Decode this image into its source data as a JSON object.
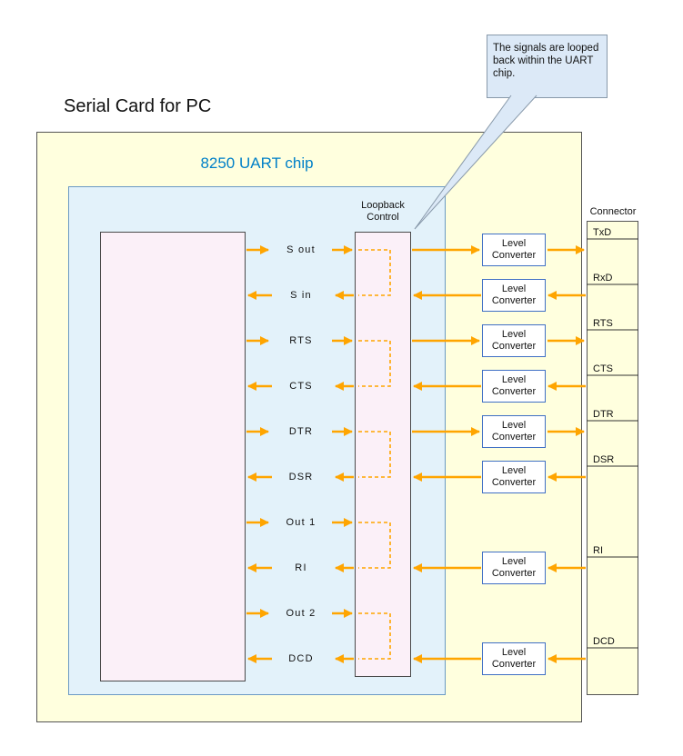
{
  "title": "Serial Card for PC",
  "uart": {
    "label": "8250 UART chip"
  },
  "loopback": {
    "label": "Loopback Control"
  },
  "connector": {
    "label": "Connector"
  },
  "level_converter_label": "Level Converter",
  "callout": {
    "text": "The signals are looped back within the UART chip."
  },
  "signals": [
    {
      "label": "S out",
      "direction": "out",
      "level_converter": true,
      "connector_label": "TxD"
    },
    {
      "label": "S in",
      "direction": "in",
      "level_converter": true,
      "connector_label": "RxD"
    },
    {
      "label": "RTS",
      "direction": "out",
      "level_converter": true,
      "connector_label": "RTS"
    },
    {
      "label": "CTS",
      "direction": "in",
      "level_converter": true,
      "connector_label": "CTS"
    },
    {
      "label": "DTR",
      "direction": "out",
      "level_converter": true,
      "connector_label": "DTR"
    },
    {
      "label": "DSR",
      "direction": "in",
      "level_converter": true,
      "connector_label": "DSR"
    },
    {
      "label": "Out 1",
      "direction": "out",
      "level_converter": false,
      "connector_label": ""
    },
    {
      "label": "RI",
      "direction": "in",
      "level_converter": true,
      "connector_label": "RI"
    },
    {
      "label": "Out 2",
      "direction": "out",
      "level_converter": false,
      "connector_label": ""
    },
    {
      "label": "DCD",
      "direction": "in",
      "level_converter": true,
      "connector_label": "DCD"
    }
  ],
  "colors": {
    "arrow": "#FFA500",
    "card_fill": "#FFFFDE",
    "uart_fill": "#E3F2FA",
    "uart_title": "#0080C8",
    "core_fill": "#FBF0F8",
    "level_converter_border": "#3F6FC4",
    "callout_fill": "#DCE9F7"
  }
}
